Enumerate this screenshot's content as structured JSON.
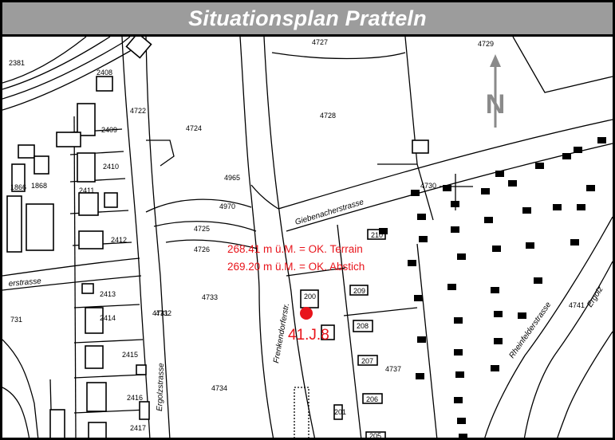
{
  "title": "Situationsplan Pratteln",
  "colors": {
    "header_bg": "#9c9c9c",
    "header_text": "#ffffff",
    "annotation": "#e8141b",
    "marker": "#e8141b",
    "line": "#000000"
  },
  "north_arrow": {
    "icon": "north-arrow-icon",
    "letter": "N"
  },
  "annotations": {
    "terrain": "268.41 m ü.M. = OK. Terrain",
    "abstich": "269.20 m ü.M. = OK. Abstich"
  },
  "marker_label": "41.J.8",
  "streets": {
    "giebenacher": "Giebenacherstrasse",
    "frenkendorfer": "Frenkendorferstr.",
    "ergolz": "Ergolzstrasse",
    "ergolz_short": "Ergolz",
    "rheinfelder": "Rheinfelderstrasse",
    "left_strasse": "erstrasse"
  },
  "parcels": [
    "2381",
    "2408",
    "2409",
    "2410",
    "2411",
    "2412",
    "2413",
    "2414",
    "2415",
    "2416",
    "2417",
    "4722",
    "4724",
    "4725",
    "4726",
    "4727",
    "4728",
    "4729",
    "4730",
    "4731",
    "4732",
    "4733",
    "4734",
    "4737",
    "4741",
    "4965",
    "4970",
    "200",
    "201",
    "205",
    "206",
    "207",
    "208",
    "209",
    "210",
    "1866",
    "1868",
    "731"
  ]
}
